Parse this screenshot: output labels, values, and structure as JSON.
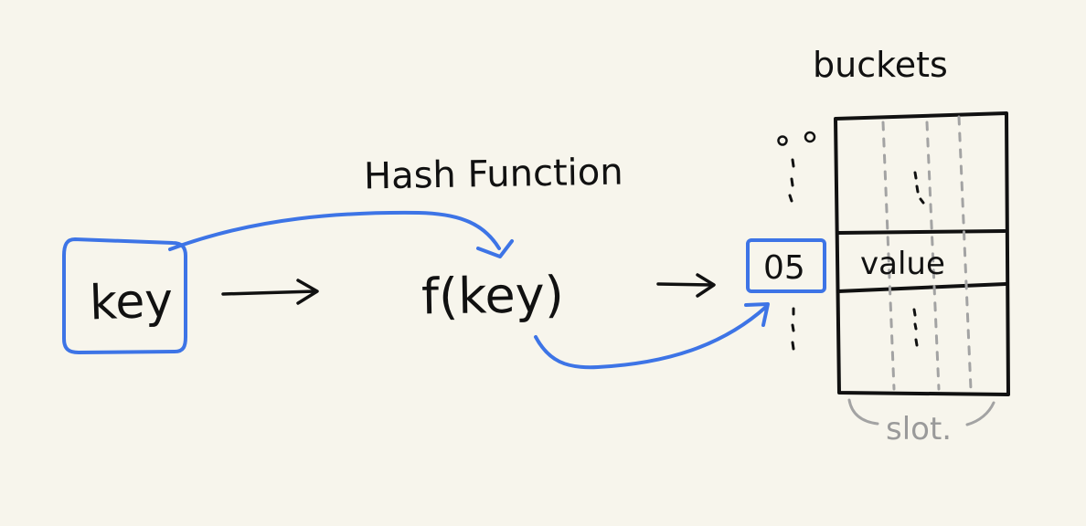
{
  "labels": {
    "key": "key",
    "hash_function": "Hash Function",
    "function_call": "f(key)",
    "bucket_index": "05",
    "bucket_value": "value",
    "buckets": "buckets",
    "slot": "slot."
  },
  "colors": {
    "background": "#f7f5ec",
    "ink": "#111111",
    "accent": "#3d74e6",
    "muted": "#9a9a9a"
  }
}
